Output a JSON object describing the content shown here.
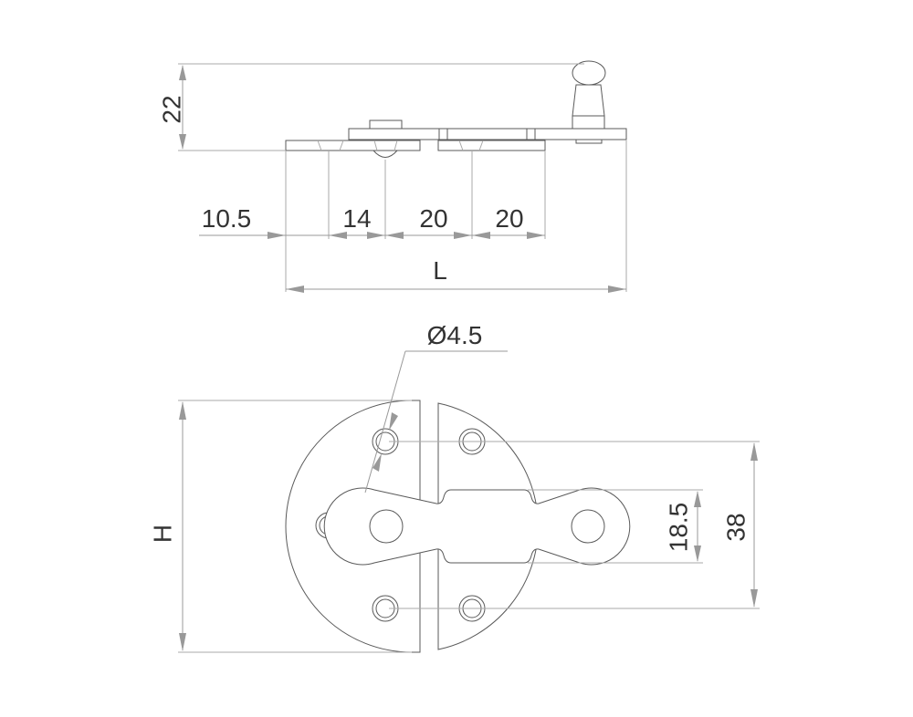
{
  "side_view": {
    "height_dim": "22",
    "chain_dims": [
      "10.5",
      "14",
      "20",
      "20"
    ],
    "length_dim": "L"
  },
  "plan_view": {
    "hole_diameter": "Ø4.5",
    "height_dim": "H",
    "hole_spacing": "38",
    "slot_width": "18.5"
  },
  "colors": {
    "outline": "#5a5a5a",
    "dimension": "#999999",
    "text": "#333333"
  }
}
